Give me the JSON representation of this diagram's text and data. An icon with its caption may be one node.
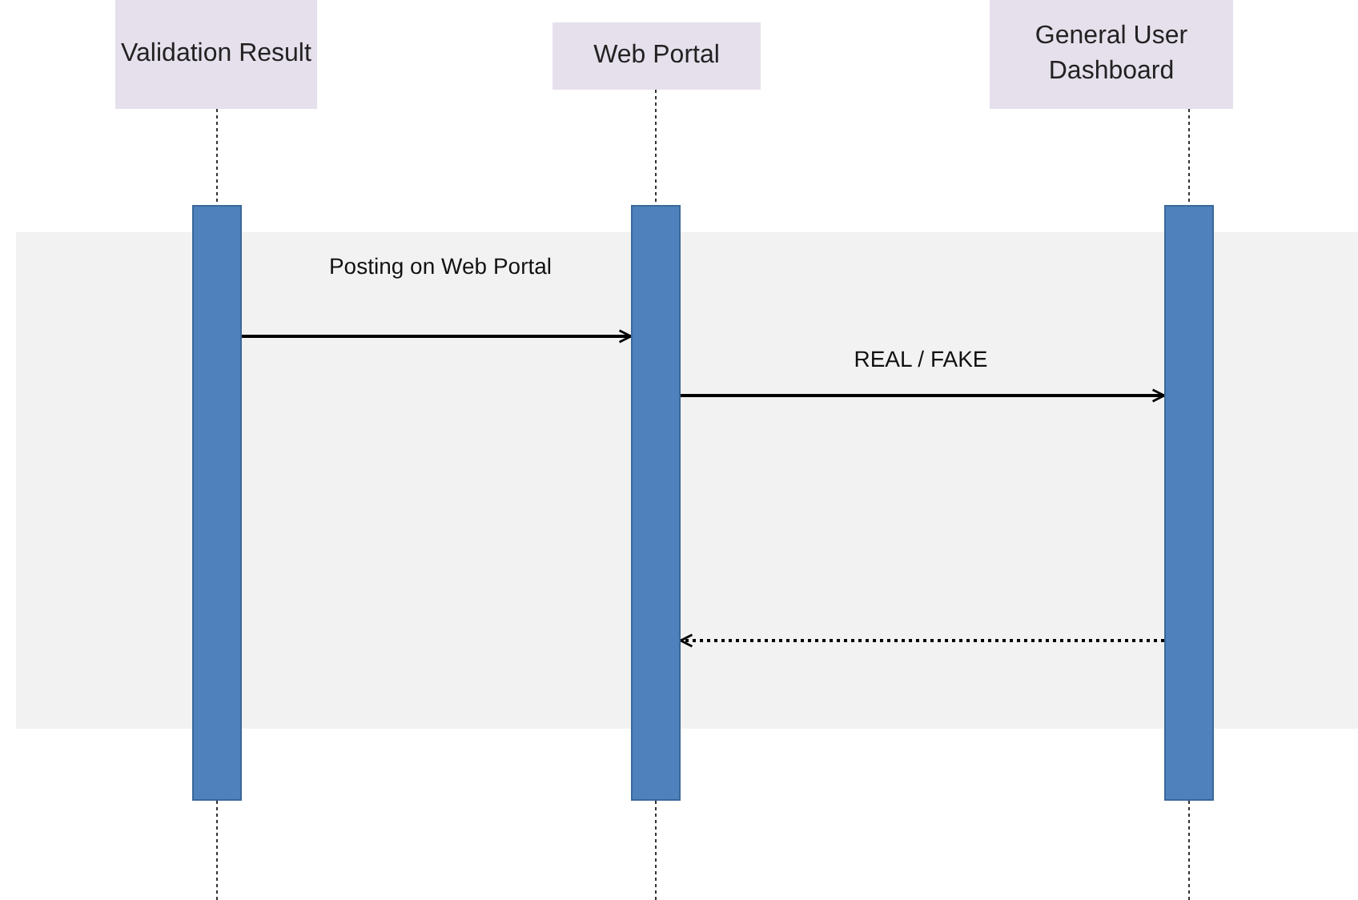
{
  "diagram": {
    "nodes": [
      {
        "text": [
          "Validation Result"
        ]
      },
      {
        "text": [
          "Web Portal"
        ]
      },
      {
        "text": [
          "General User Dashboard"
        ]
      },
      {
        "text": [],
        "shape": "bar"
      },
      {
        "text": [],
        "shape": "bar"
      },
      {
        "text": [],
        "shape": "bar"
      }
    ],
    "edges": [
      {
        "from": 0,
        "to": 3,
        "arrow": "none",
        "style": "dashed"
      },
      {
        "from": 1,
        "to": 4,
        "arrow": "none",
        "style": "dashed"
      },
      {
        "from": 2,
        "to": 5,
        "arrow": "none",
        "style": "dashed"
      },
      {
        "from": 3,
        "to": 4,
        "arrow": "to",
        "label": "Posting on Web Portal"
      },
      {
        "from": 4,
        "to": 5,
        "arrow": "to",
        "label": "REAL / FAKE"
      },
      {
        "from": 5,
        "to": 4,
        "arrow": "to",
        "style": "dashed"
      }
    ]
  }
}
